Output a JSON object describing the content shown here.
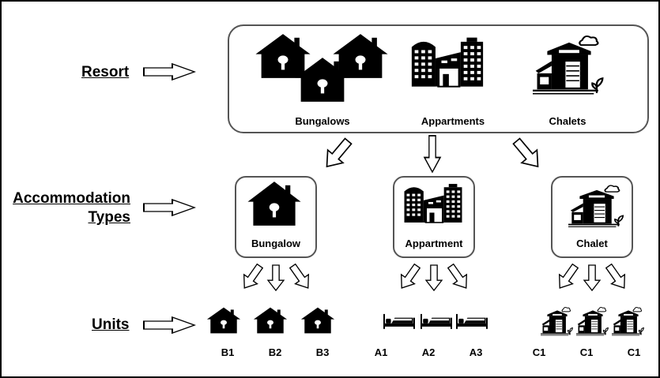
{
  "levels": {
    "resort": "Resort",
    "accommodation_line1": "Accommodation",
    "accommodation_line2": "Types",
    "units": "Units"
  },
  "resort_items": [
    "Bungalows",
    "Appartments",
    "Chalets"
  ],
  "types": [
    "Bungalow",
    "Appartment",
    "Chalet"
  ],
  "units": {
    "bungalow": [
      "B1",
      "B2",
      "B3"
    ],
    "appartment": [
      "A1",
      "A2",
      "A3"
    ],
    "chalet": [
      "C1",
      "C1",
      "C1"
    ]
  }
}
